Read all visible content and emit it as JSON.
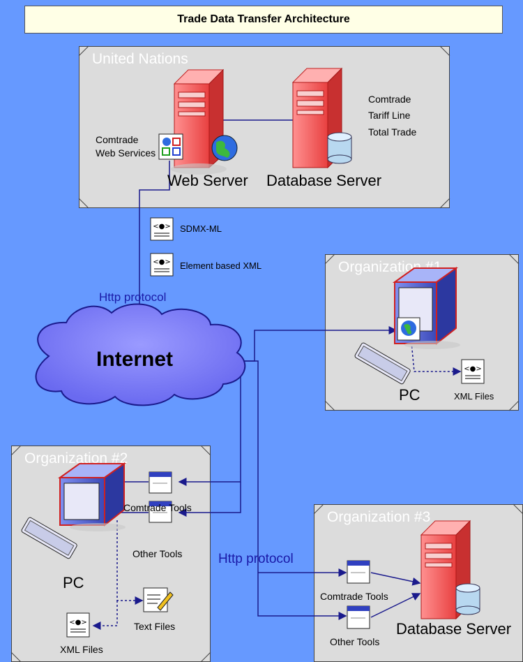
{
  "title": "Trade Data Transfer Architecture",
  "un": {
    "label": "United Nations",
    "comtrade_web_services": [
      "Comtrade",
      "Web Services"
    ],
    "web_server": "Web Server",
    "database_server": "Database Server",
    "db_contents": [
      "Comtrade",
      "Tariff Line",
      "Total Trade"
    ]
  },
  "formats": [
    "SDMX-ML",
    "Element based XML"
  ],
  "http_top": "Http protocol",
  "internet": "Internet",
  "org1": {
    "label": "Organization #1",
    "pc": "PC",
    "xml_files": "XML Files"
  },
  "org2": {
    "label": "Organization #2",
    "pc": "PC",
    "comtrade_tools": "Comtrade Tools",
    "other_tools": "Other Tools",
    "text_files": "Text Files",
    "xml_files": "XML Files"
  },
  "http_bottom": "Http protocol",
  "org3": {
    "label": "Organization #3",
    "comtrade_tools": "Comtrade Tools",
    "other_tools": "Other Tools",
    "database_server": "Database Server"
  },
  "colors": {
    "background": "#6699FF",
    "panel": "#DCDCDC",
    "connector": "#1A1A8C",
    "cloud": "#8080FF",
    "server": "#F05050",
    "pc": "#5A6AD8"
  }
}
